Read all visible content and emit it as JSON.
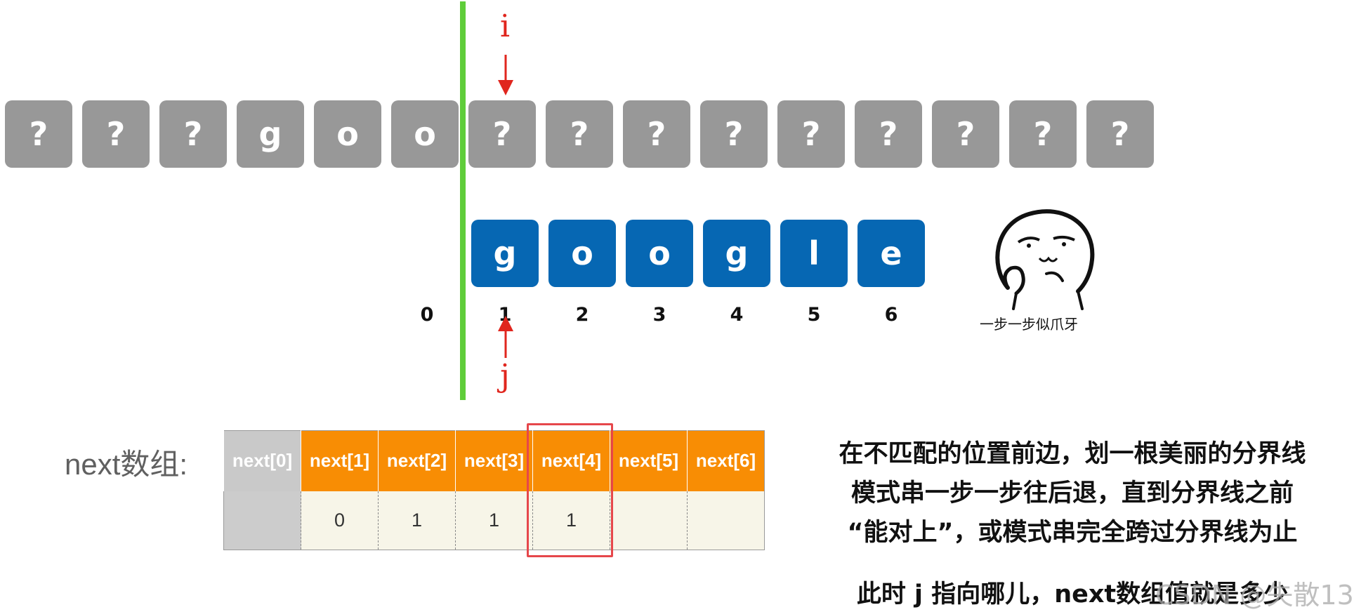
{
  "text_row": [
    "?",
    "?",
    "?",
    "g",
    "o",
    "o",
    "?",
    "?",
    "?",
    "?",
    "?",
    "?",
    "?",
    "?",
    "?"
  ],
  "pattern_row": [
    "g",
    "o",
    "o",
    "g",
    "l",
    "e"
  ],
  "indices": [
    "0",
    "1",
    "2",
    "3",
    "4",
    "5",
    "6"
  ],
  "pointer_i": "i",
  "pointer_j": "j",
  "next_label": "next数组:",
  "next_headers": [
    "next[0]",
    "next[1]",
    "next[2]",
    "next[3]",
    "next[4]",
    "next[5]",
    "next[6]"
  ],
  "next_values": [
    "",
    "0",
    "1",
    "1",
    "1",
    "",
    ""
  ],
  "highlighted_index": 4,
  "meme_caption": "一步一步似爪牙",
  "explanation_lines": [
    "在不匹配的位置前边，划一根美丽的分界线",
    "模式串一步一步往后退，直到分界线之前",
    "“能对上”，或模式串完全跨过分界线为止"
  ],
  "question": "此时 j 指向哪儿，next数组值就是多少",
  "watermark": "CSDN @失散13",
  "colors": {
    "text_box": "#989898",
    "pattern_box": "#0667b3",
    "divider": "#5fcd3a",
    "arrow": "#e0261e",
    "header": "#f88d04",
    "highlight": "#e6474b"
  }
}
